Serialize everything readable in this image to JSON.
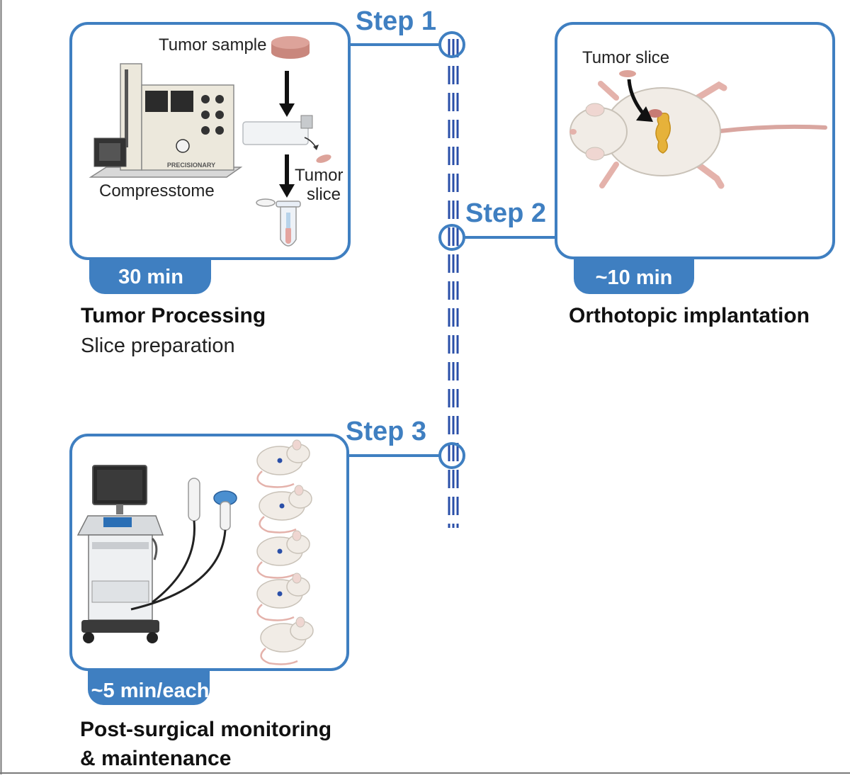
{
  "colors": {
    "accent": "#3f7fc1",
    "timeline": "#2a4fa8",
    "tissue": "#d49a92",
    "fur": "#f1ece6",
    "tumor": "#e6b23a"
  },
  "step1": {
    "step_label": "Step 1",
    "time": "30 min",
    "title": "Tumor Processing",
    "subtitle": "Slice preparation",
    "labels": {
      "tumor_sample": "Tumor sample",
      "compresstome": "Compresstome",
      "tumor_slice_line1": "Tumor",
      "tumor_slice_line2": "slice",
      "brand": "PRECISIONARY"
    }
  },
  "step2": {
    "step_label": "Step 2",
    "time": "~10 min",
    "title": "Orthotopic implantation",
    "labels": {
      "tumor_slice": "Tumor slice"
    }
  },
  "step3": {
    "step_label": "Step 3",
    "time": "~5 min/each",
    "title_line1": "Post-surgical monitoring",
    "title_line2": "& maintenance"
  }
}
